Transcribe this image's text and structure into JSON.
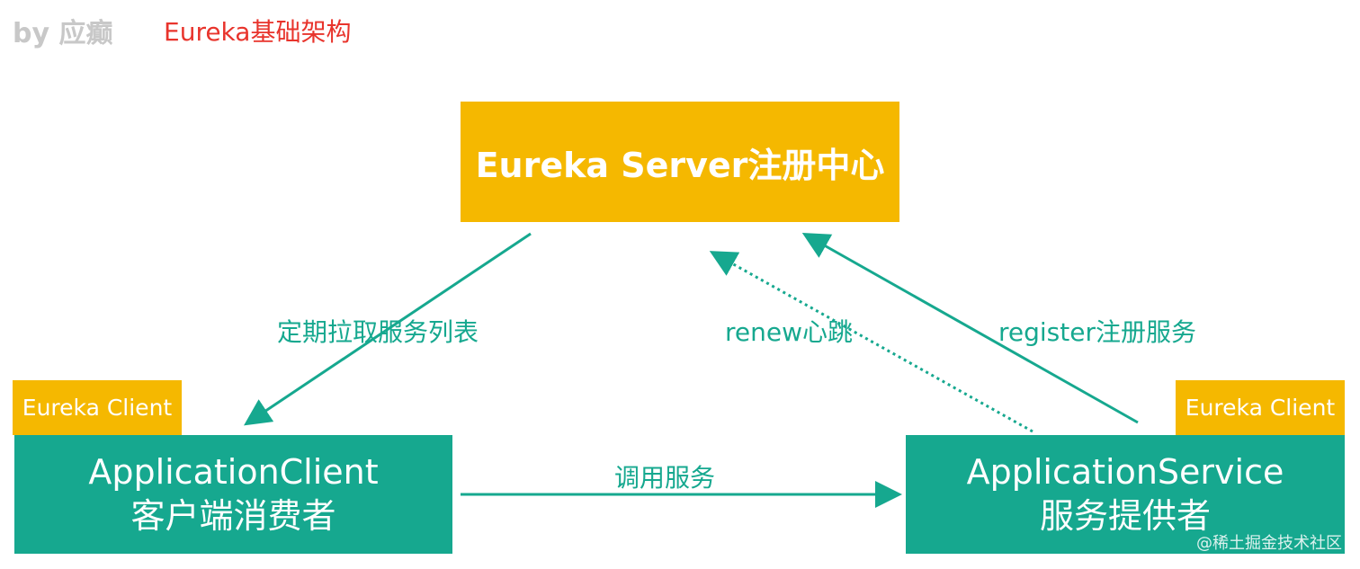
{
  "header": {
    "author": "by 应癫",
    "title": "Eureka基础架构"
  },
  "nodes": {
    "server": "Eureka Server注册中心",
    "client_tag": "Eureka Client",
    "app_client": {
      "line1": "ApplicationClient",
      "line2": "客户端消费者"
    },
    "app_service": {
      "line1": "ApplicationService",
      "line2": "服务提供者"
    }
  },
  "edges": {
    "pull": "定期拉取服务列表",
    "renew": "renew心跳",
    "register": "register注册服务",
    "invoke": "调用服务"
  },
  "colors": {
    "server": "#f5b800",
    "app": "#16a88f",
    "edge": "#16a88f",
    "title": "#e8342c"
  },
  "watermark": "@稀土掘金技术社区"
}
